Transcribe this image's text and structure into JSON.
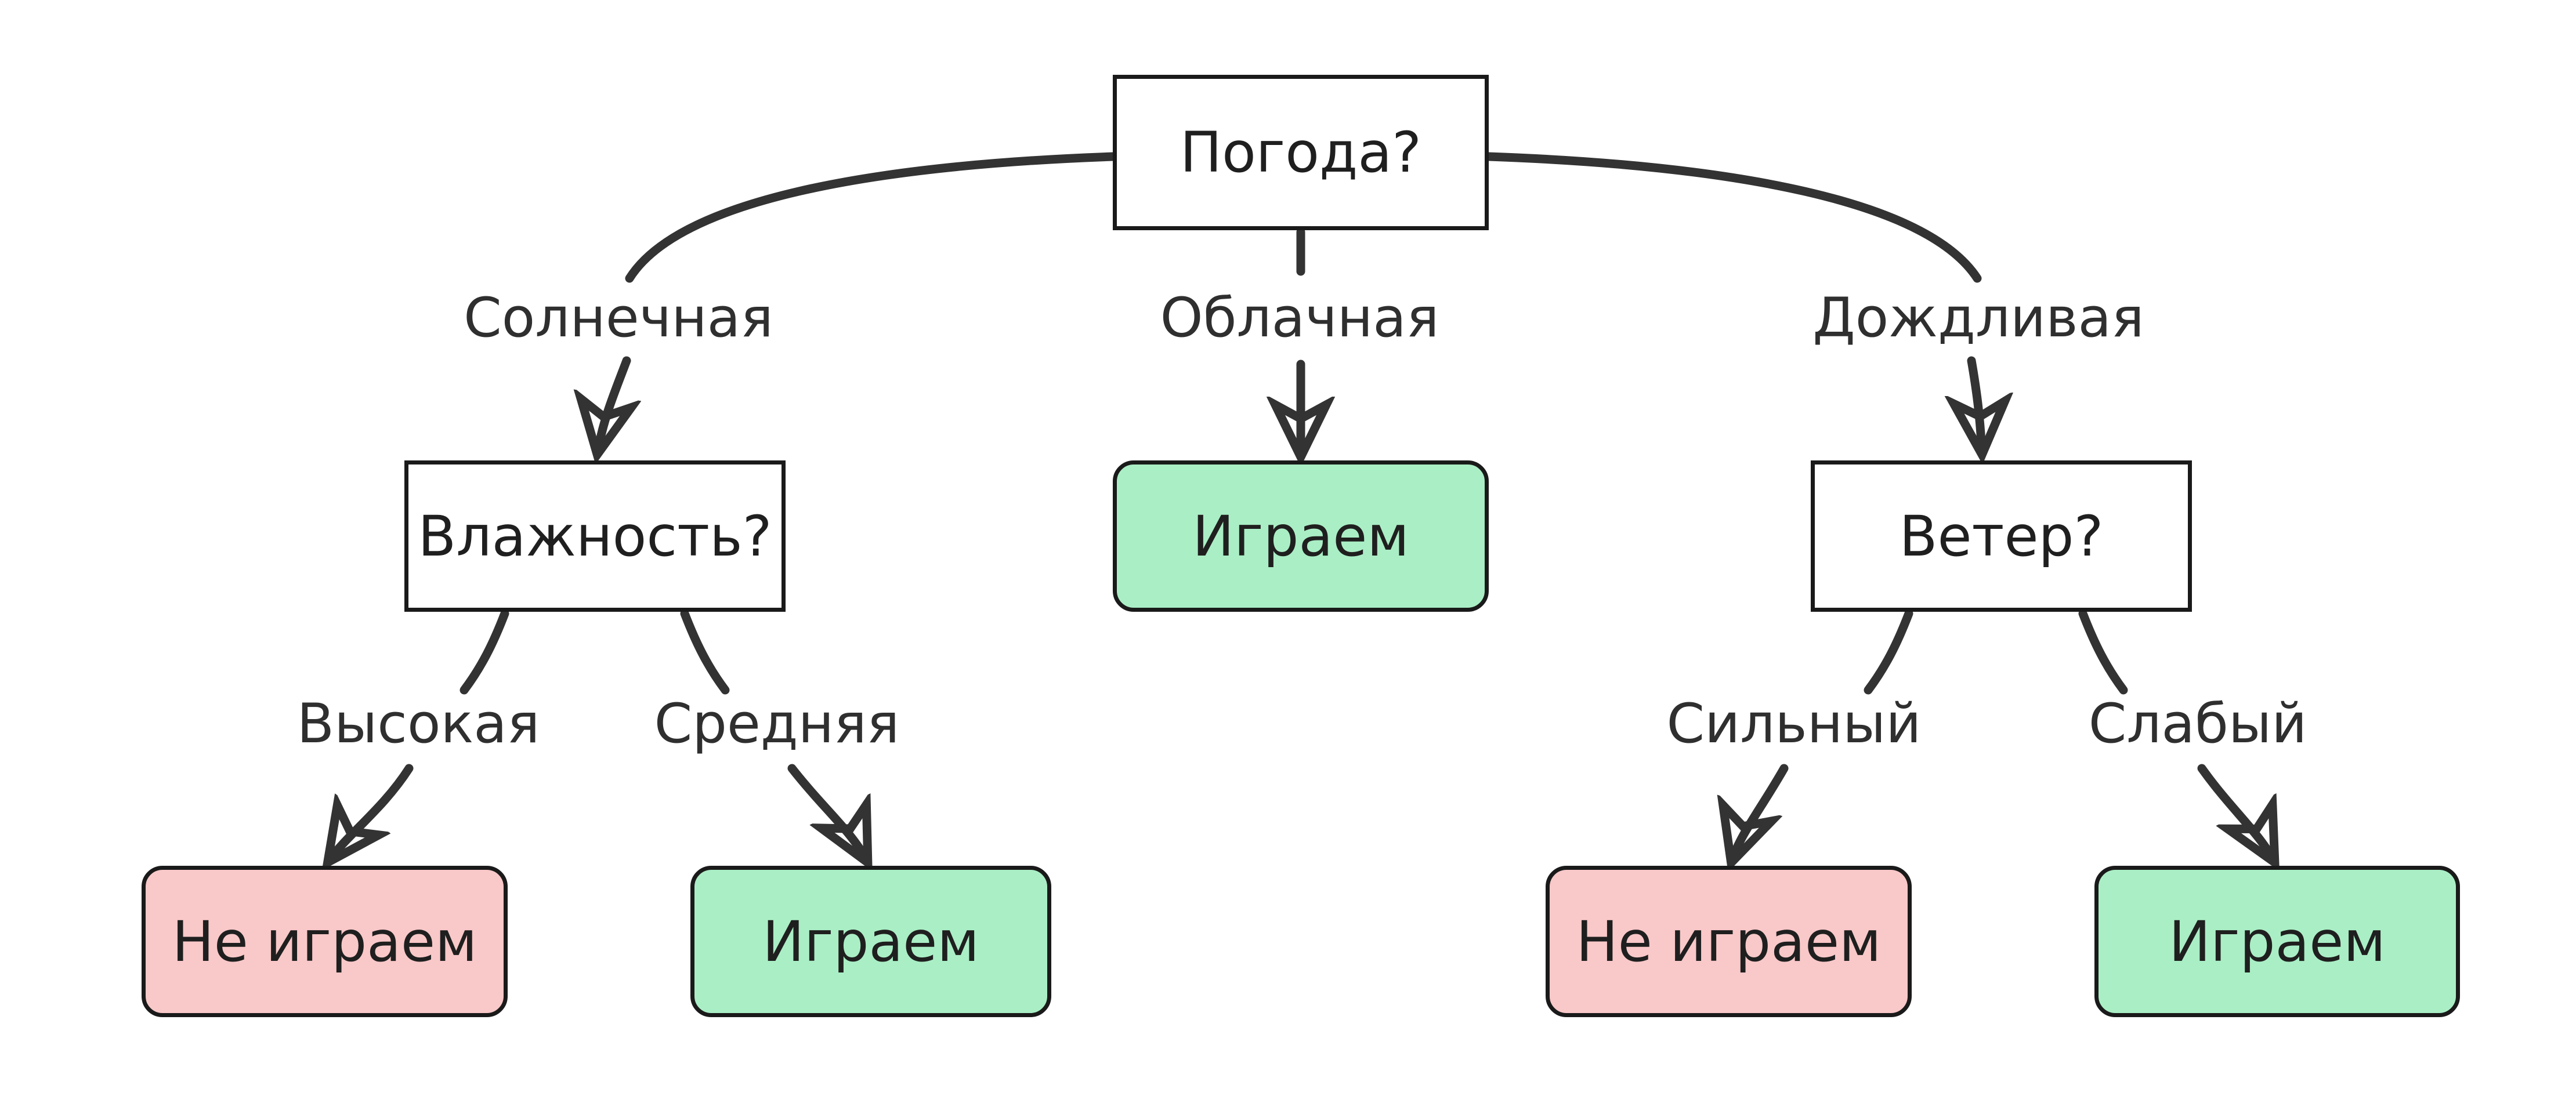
{
  "nodes": {
    "root": "Погода?",
    "humidity": "Влажность?",
    "wind": "Ветер?",
    "play_center": "Играем",
    "no_play_left": "Не играем",
    "play_left": "Играем",
    "no_play_right": "Не играем",
    "play_right": "Играем"
  },
  "edges": {
    "sunny": "Солнечная",
    "cloudy": "Облачная",
    "rainy": "Дождливая",
    "high": "Высокая",
    "medium": "Средняя",
    "strong": "Сильный",
    "weak": "Слабый"
  },
  "colors": {
    "positive_fill": "#aaeec5",
    "negative_fill": "#f9c8c8",
    "question_fill": "#ffffff",
    "border": "#1a1a1a",
    "connector": "#333333",
    "text": "#1f1f1f"
  },
  "tree": {
    "root": "Погода?",
    "branches": [
      {
        "condition": "Солнечная",
        "child": "Влажность?",
        "branches": [
          {
            "condition": "Высокая",
            "result": "Не играем"
          },
          {
            "condition": "Средняя",
            "result": "Играем"
          }
        ]
      },
      {
        "condition": "Облачная",
        "result": "Играем"
      },
      {
        "condition": "Дождливая",
        "child": "Ветер?",
        "branches": [
          {
            "condition": "Сильный",
            "result": "Не играем"
          },
          {
            "condition": "Слабый",
            "result": "Играем"
          }
        ]
      }
    ]
  }
}
